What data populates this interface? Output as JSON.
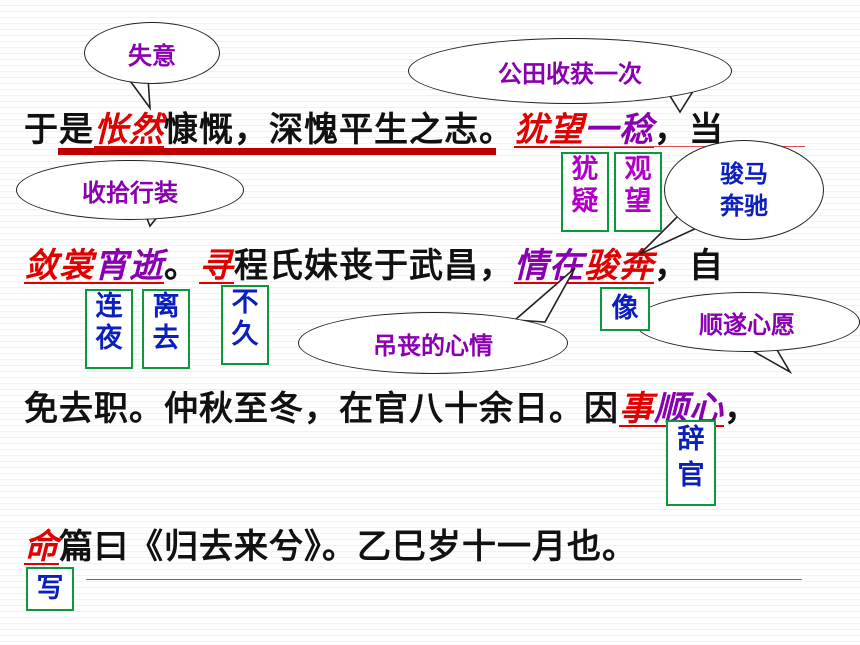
{
  "lines": [
    {
      "parts": [
        {
          "text": "于是",
          "style": "plain"
        },
        {
          "text": "怅然",
          "style": "kw-red"
        },
        {
          "text": "慷慨，深愧平生之志。",
          "style": "plain"
        },
        {
          "text": "犹望",
          "style": "kw-red"
        },
        {
          "text": "一稔",
          "style": "kw-purple"
        },
        {
          "text": "，当",
          "style": "plain"
        }
      ]
    },
    {
      "parts": [
        {
          "text": "敛裳",
          "style": "kw-red"
        },
        {
          "text": "宵逝",
          "style": "kw-purple"
        },
        {
          "text": "。",
          "style": "plain"
        },
        {
          "text": "寻",
          "style": "kw-red"
        },
        {
          "text": "程氏妹丧于武昌，",
          "style": "plain"
        },
        {
          "text": "情在",
          "style": "kw-purple"
        },
        {
          "text": "骏奔",
          "style": "kw-red"
        },
        {
          "text": "，自",
          "style": "plain"
        }
      ]
    },
    {
      "parts": [
        {
          "text": "免去职。仲秋至冬，在官八十余日。因",
          "style": "plain"
        },
        {
          "text": "事",
          "style": "kw-red"
        },
        {
          "text": "顺心",
          "style": "kw-purple"
        },
        {
          "text": "，",
          "style": "plain"
        }
      ]
    },
    {
      "parts": [
        {
          "text": "命",
          "style": "kw-red"
        },
        {
          "text": "篇曰《归去来兮》。乙巳岁十一月也。",
          "style": "plain"
        }
      ]
    }
  ],
  "bubbles": {
    "shiyi": "失意",
    "gongtian": "公田收获一次",
    "shoushi": "收拾行装",
    "junma": "骏马\n奔驰",
    "diaosang": "吊丧的心情",
    "shunsui": "顺遂心愿"
  },
  "glosses": {
    "youyi": "犹\n疑",
    "guanwang": "观\n望",
    "lianye": "连\n夜",
    "liqu": "离\n去",
    "bujiu": "不\n久",
    "xiang": "像",
    "ciguan": "辞\n官",
    "xie": "写"
  },
  "colors": {
    "keyword_red": "#e00000",
    "keyword_purple": "#8a00b0",
    "gloss_blue": "#0b1fbf",
    "gloss_border": "#0a9a3c",
    "rule_red": "#c00000"
  }
}
